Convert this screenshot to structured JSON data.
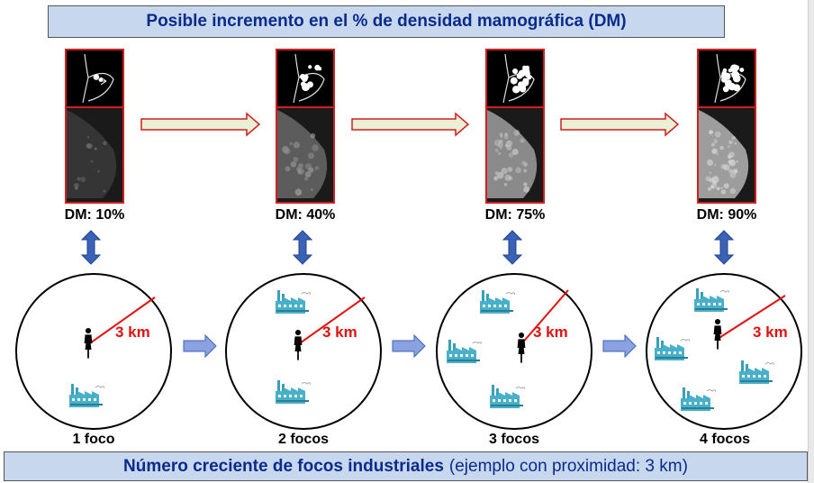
{
  "title": "Posible incremento en el % de densidad mamográfica (DM)",
  "footer": {
    "bold": "Número creciente de focos industriales",
    "normal": "(ejemplo con proximidad: 3 km)"
  },
  "stages": [
    {
      "dm": "DM: 10%",
      "focos": "1 foco",
      "km": "3 km",
      "density": 0.1
    },
    {
      "dm": "DM: 40%",
      "focos": "2 focos",
      "km": "3 km",
      "density": 0.4
    },
    {
      "dm": "DM: 75%",
      "focos": "3 focos",
      "km": "3 km",
      "density": 0.75
    },
    {
      "dm": "DM: 90%",
      "focos": "4 focos",
      "km": "3 km",
      "density": 0.9
    }
  ],
  "colors": {
    "title_bg": "#c7d8ee",
    "title_text": "#0a2a8c",
    "frame_red": "#d21e1e",
    "arrow_fill": "#e9f0d6",
    "arrow_border": "#d21e1e",
    "dbl_arrow": "#3a63b8",
    "small_arrow": "#8aa3e0",
    "radius_line": "#e01010",
    "factory": "#48b0c8"
  }
}
